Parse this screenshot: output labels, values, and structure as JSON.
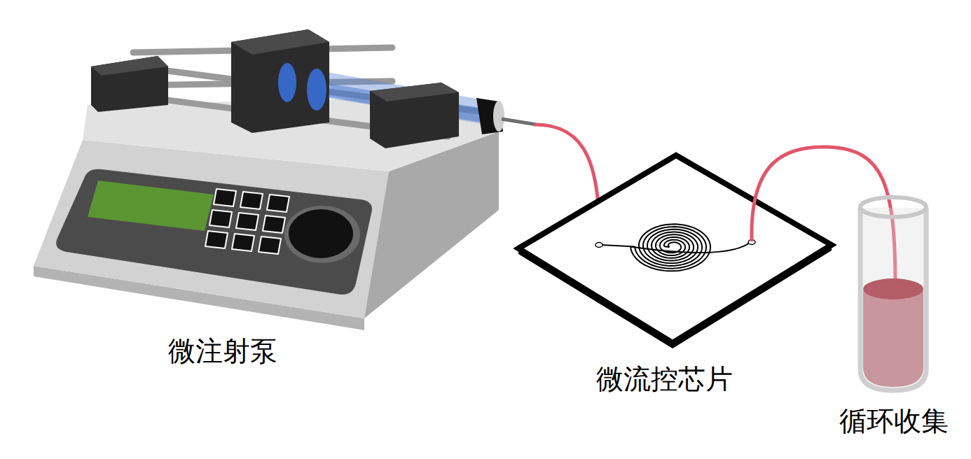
{
  "diagram": {
    "labels": [
      "微注射泵",
      "微流控芯片",
      "循环收集"
    ]
  }
}
